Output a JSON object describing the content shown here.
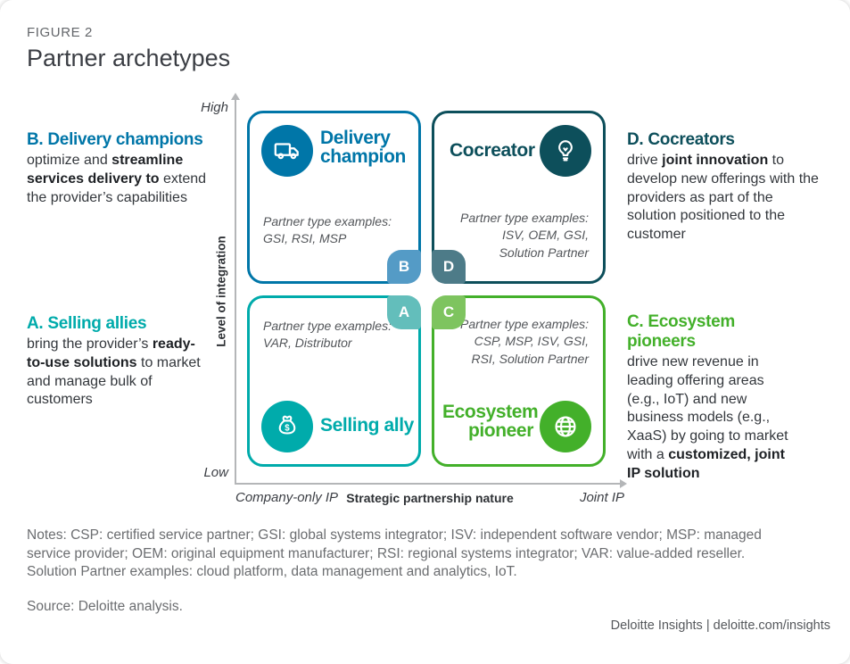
{
  "figure": {
    "label": "FIGURE 2",
    "title": "Partner archetypes"
  },
  "colors": {
    "blue": "#0076A8",
    "teal": "#00ABAB",
    "dark_teal": "#0D4F5B",
    "green": "#43B02A",
    "badge_blue": "#549BC6",
    "badge_slate": "#4D7B88",
    "badge_teal": "#63BEBB",
    "badge_green": "#7EC45F",
    "axis_gray": "#B4B6B8",
    "text_gray": "#6B6D70"
  },
  "axes": {
    "y_label": "Level of integration",
    "y_high": "High",
    "y_low": "Low",
    "x_left": "Company-only IP",
    "x_label": "Strategic partnership nature",
    "x_right": "Joint IP"
  },
  "quadrants": {
    "delivery_champion": {
      "badge": "B",
      "title": "Delivery champion",
      "icon": "truck-icon",
      "examples_label": "Partner type examples:",
      "examples_lines": [
        "GSI, RSI, MSP"
      ]
    },
    "cocreator": {
      "badge": "D",
      "title": "Cocreator",
      "icon": "lightbulb-icon",
      "examples_label": "Partner type examples:",
      "examples_lines": [
        "ISV, OEM, GSI,",
        "Solution Partner"
      ]
    },
    "selling_ally": {
      "badge": "A",
      "title": "Selling ally",
      "icon": "money-bag-icon",
      "icon_symbol": "$",
      "examples_label": "Partner type examples:",
      "examples_lines": [
        "VAR, Distributor"
      ]
    },
    "ecosystem_pioneer": {
      "badge": "C",
      "title": "Ecosystem pioneer",
      "icon": "globe-icon",
      "examples_label": "Partner type examples:",
      "examples_lines": [
        "CSP, MSP, ISV, GSI,",
        "RSI, Solution Partner"
      ]
    }
  },
  "annotations": {
    "b": {
      "heading": "B. Delivery champions",
      "body": [
        {
          "t": "optimize and "
        },
        {
          "t": "streamline services delivery to",
          "b": 1
        },
        {
          "t": " extend the provider’s capabilities"
        }
      ]
    },
    "a": {
      "heading": "A. Selling allies",
      "body": [
        {
          "t": "bring the provider’s "
        },
        {
          "t": "ready-to-use solutions",
          "b": 1
        },
        {
          "t": " to market and manage bulk of customers"
        }
      ]
    },
    "d": {
      "heading": "D. Cocreators",
      "body": [
        {
          "t": "drive "
        },
        {
          "t": "joint innovation",
          "b": 1
        },
        {
          "t": " to develop new offerings with the providers as part of the solution positioned to the customer"
        }
      ]
    },
    "c": {
      "heading": "C. Ecosystem pioneers",
      "body": [
        {
          "t": "drive new revenue in leading offering areas (e.g., IoT) and new business models (e.g., XaaS) by going to market with a "
        },
        {
          "t": "customized, joint IP solution",
          "b": 1
        }
      ]
    }
  },
  "notes_lines": [
    "Notes: CSP: certified service partner; GSI: global systems integrator; ISV: independent software vendor; MSP: managed",
    "service provider; OEM: original equipment manufacturer; RSI: regional systems integrator; VAR: value-added reseller.",
    "Solution Partner examples: cloud platform, data management and analytics, IoT."
  ],
  "source": "Source: Deloitte analysis.",
  "footer": "Deloitte Insights | deloitte.com/insights"
}
